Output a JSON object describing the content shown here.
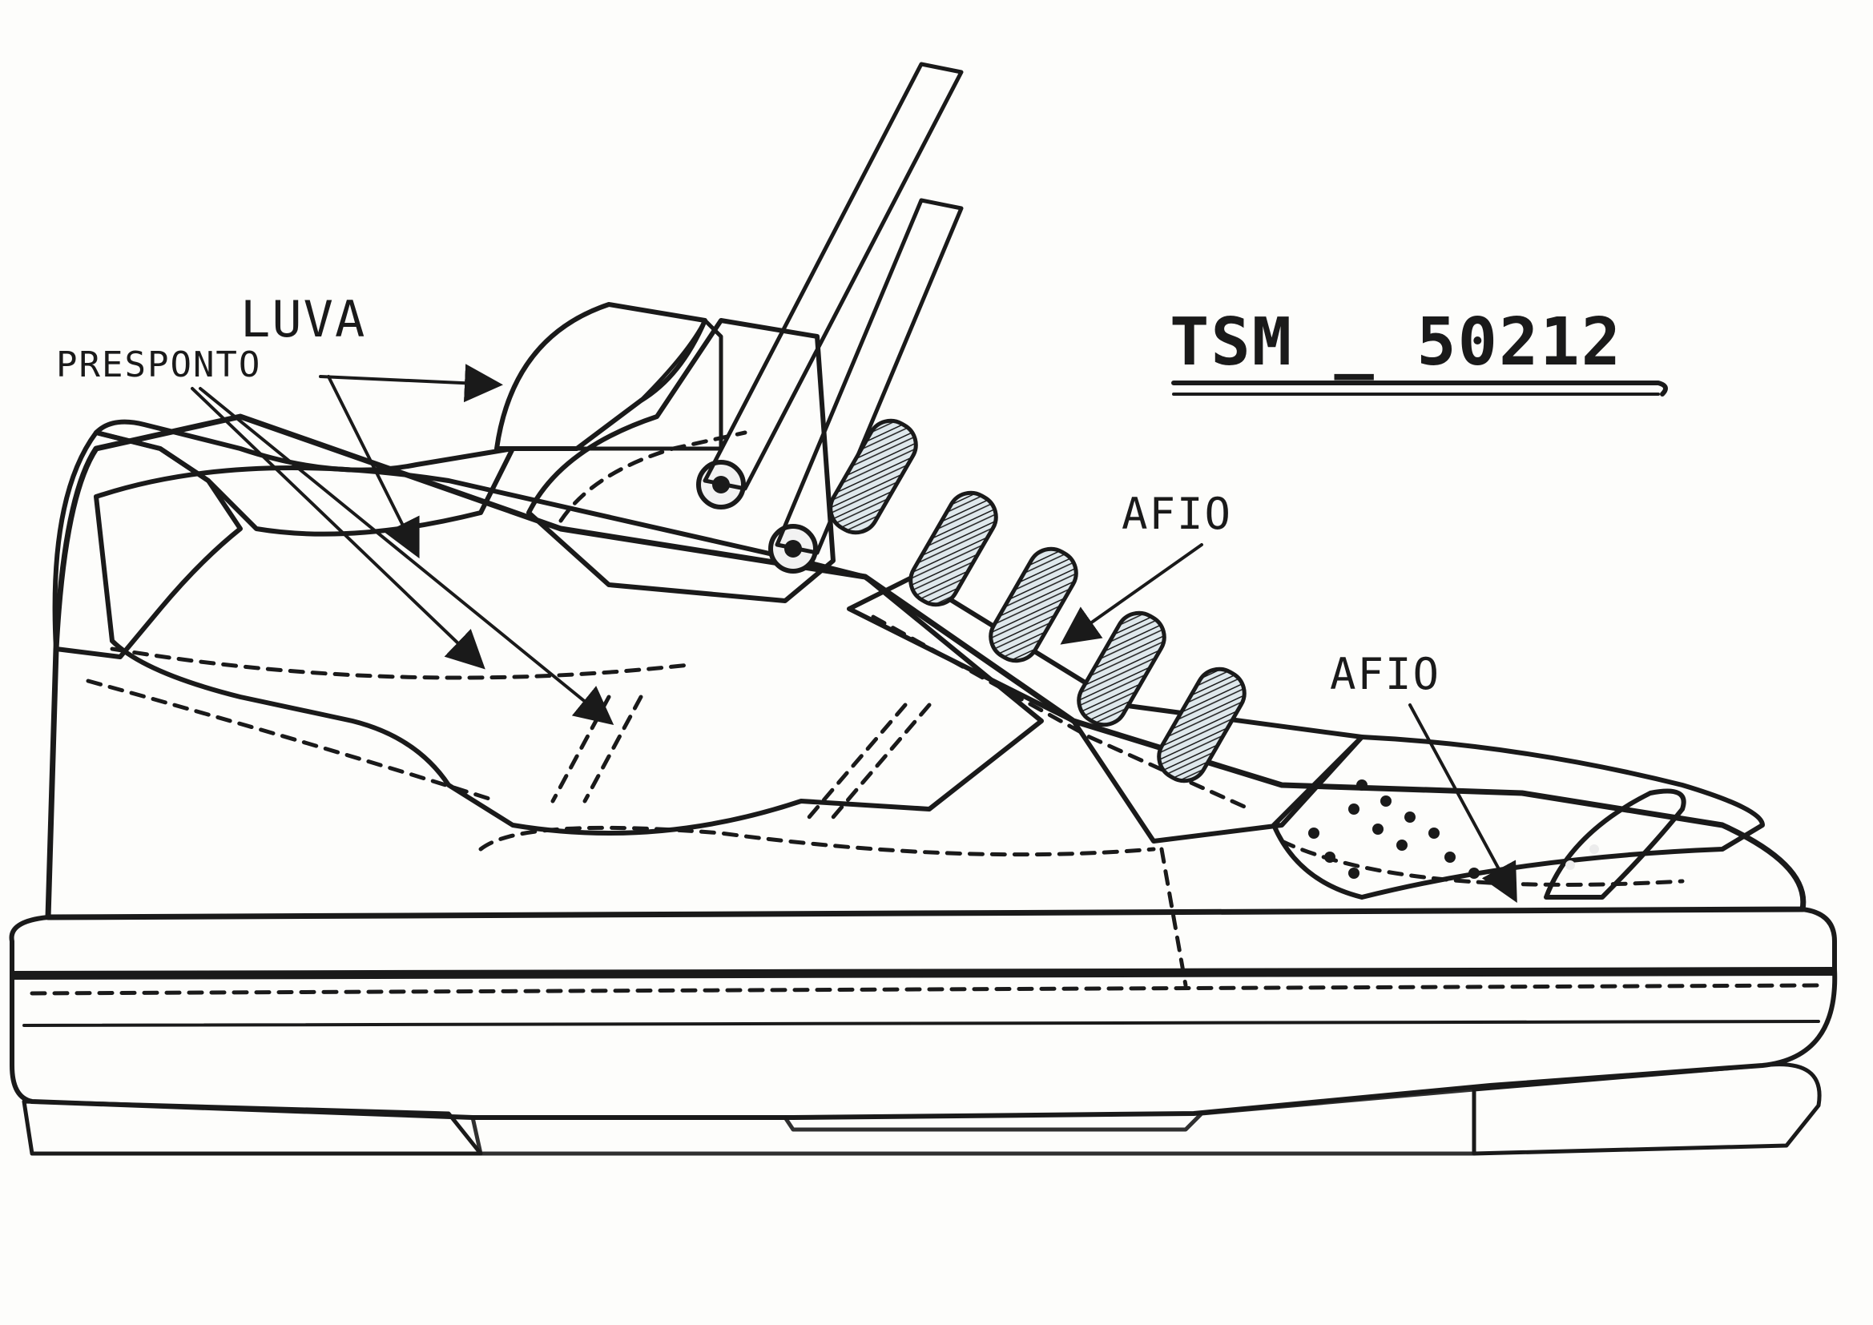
{
  "model_code": "TSM _ 50212",
  "annotations": {
    "luva": "LUVA",
    "presponto": "PRESPONTO",
    "afio_1": "AFIO",
    "afio_2": "AFIO"
  },
  "colors": {
    "paper": "#fdfdfb",
    "upper_blue": "#3ea8dc",
    "upper_white": "#ececec",
    "accent_red": "#c42033",
    "heel_black": "#151515",
    "sole_grey": "#d9d9d9",
    "ink": "#1a1a1a"
  },
  "icons": {
    "arrow": "arrow-icon"
  }
}
